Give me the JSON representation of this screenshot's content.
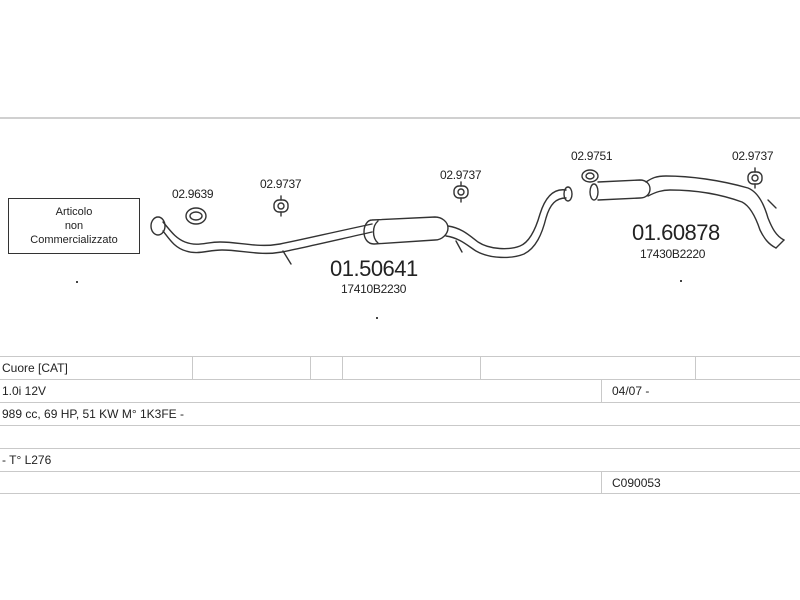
{
  "notice": {
    "line1": "Articolo",
    "line2": "non",
    "line3": "Commercializzato"
  },
  "parts": {
    "gasket_1": "02.9639",
    "hanger_1": "02.9737",
    "hanger_2": "02.9737",
    "gasket_2": "02.9751",
    "hanger_3": "02.9737",
    "middle_section_code": "01.50641",
    "middle_section_oem": "17410B2230",
    "rear_section_code": "01.60878",
    "rear_section_oem": "17430B2220"
  },
  "table": {
    "model": "Cuore [CAT]",
    "version": "1.0i 12V",
    "date_range": "04/07 -",
    "engine": "989 cc, 69 HP, 51 KW M° 1K3FE -",
    "chassis": "- T° L276",
    "catalog_code": "C090053"
  },
  "colors": {
    "line": "#333333",
    "rule": "#d0d0d0",
    "grid": "#c9c9c9"
  }
}
